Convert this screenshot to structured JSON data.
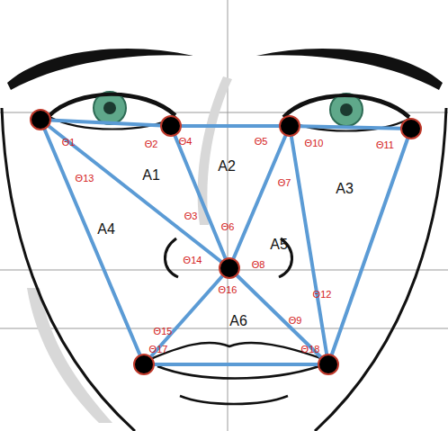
{
  "diagram": {
    "labels": [
      "Θ1",
      "Θ2",
      "Θ4",
      "Θ5",
      "Θ10",
      "Θ11",
      "A1",
      "A2",
      "A3",
      "Θ13",
      "Θ7",
      "Θ3",
      "Θ6",
      "A4",
      "A5",
      "Θ14",
      "Θ8",
      "Θ16",
      "Θ12",
      "Θ9",
      "A6",
      "Θ15",
      "Θ17",
      "Θ18"
    ]
  }
}
